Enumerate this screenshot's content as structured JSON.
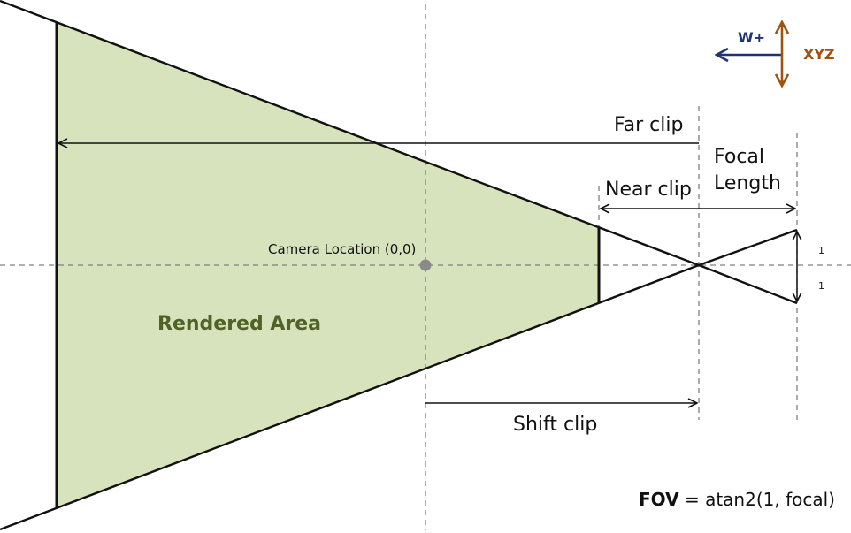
{
  "labels": {
    "far_clip": "Far clip",
    "near_clip": "Near clip",
    "focal_length_line1": "Focal",
    "focal_length_line2": "Length",
    "camera_location": "Camera Location (0,0)",
    "rendered_area": "Rendered Area",
    "shift_clip": "Shift clip",
    "unit_top": "1",
    "unit_bottom": "1",
    "w_axis": "W+",
    "xyz_axis": "XYZ",
    "fov_bold": "FOV",
    "fov_rest": " = atan2(1, focal)"
  },
  "colors": {
    "rendered_fill": "#d6e3bc",
    "rendered_label": "#4f6228",
    "w_axis": "#1f3370",
    "xyz_axis": "#a0520f",
    "camera_dot": "#8a8a8a",
    "guide": "#7f7f7f",
    "line": "#111111"
  }
}
